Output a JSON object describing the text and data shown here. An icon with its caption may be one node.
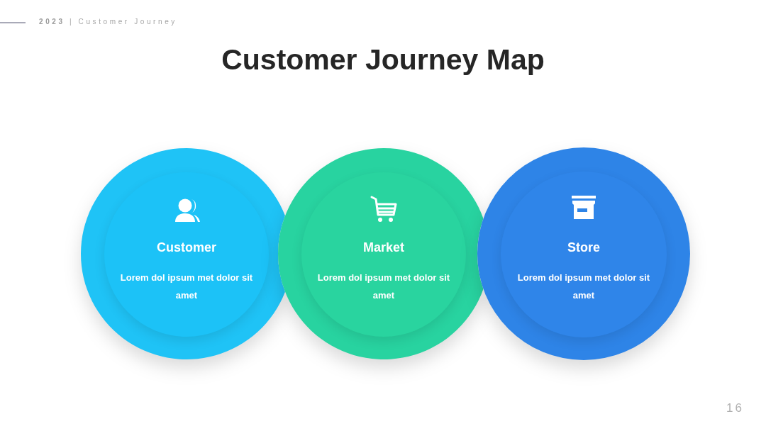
{
  "diagram": {
    "title": "Customer Journey Map",
    "nodes": [
      {
        "text": [
          "Customer",
          "Lorem dol ipsum met dolor sit amet"
        ]
      },
      {
        "text": [
          "Market",
          "Lorem dol ipsum met dolor sit amet"
        ]
      },
      {
        "text": [
          "Store",
          "Lorem dol ipsum met dolor sit amet"
        ]
      }
    ],
    "labels": [
      "**2023** | Customer Journey",
      "16"
    ]
  }
}
